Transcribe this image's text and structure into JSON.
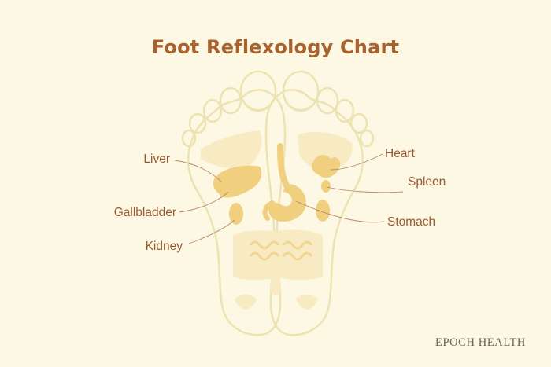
{
  "title": "Foot Reflexology Chart",
  "labels": {
    "liver": "Liver",
    "gallbladder": "Gallbladder",
    "kidney": "Kidney",
    "heart": "Heart",
    "spleen": "Spleen",
    "stomach": "Stomach"
  },
  "brand": "EPOCH HEALTH",
  "colors": {
    "background": "#fdf8e4",
    "title": "#a8622e",
    "label": "#9a5a30",
    "foot_outline": "#ede2b2",
    "organ_pale": "#f8eac2",
    "organ_strong": "#f0cf7e",
    "leader_line": "#b88a66"
  }
}
